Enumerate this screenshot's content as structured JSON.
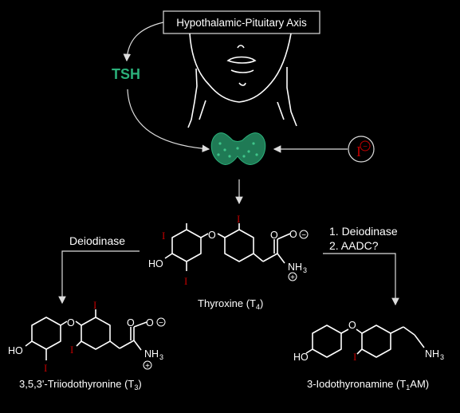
{
  "axis_box_label": "Hypothalamic-Pituitary Axis",
  "tsh_label": "TSH",
  "iodide_label": "I",
  "iodide_charge": "−",
  "left_enzyme": "Deiodinase",
  "right_enzyme_1": "1. Deiodinase",
  "right_enzyme_2": "2. AADC?",
  "thyroxine": {
    "name": "Thyroxine (T",
    "sub": "4",
    "end": ")"
  },
  "t3": {
    "name": "3,5,3'-Triiodothyronine (T",
    "sub": "3",
    "end": ")"
  },
  "t1am": {
    "name": "3-Iodothyronamine (T",
    "sub": "1",
    "end": "AM)"
  },
  "atoms": {
    "O": "O",
    "HO": "HO",
    "NH3": "NH",
    "three": "3",
    "I": "I",
    "plus": "+",
    "minus": "−"
  },
  "colors": {
    "tsh": "#2bb07a",
    "thyroid": "#1f7a55",
    "iodine": "#c00000"
  }
}
